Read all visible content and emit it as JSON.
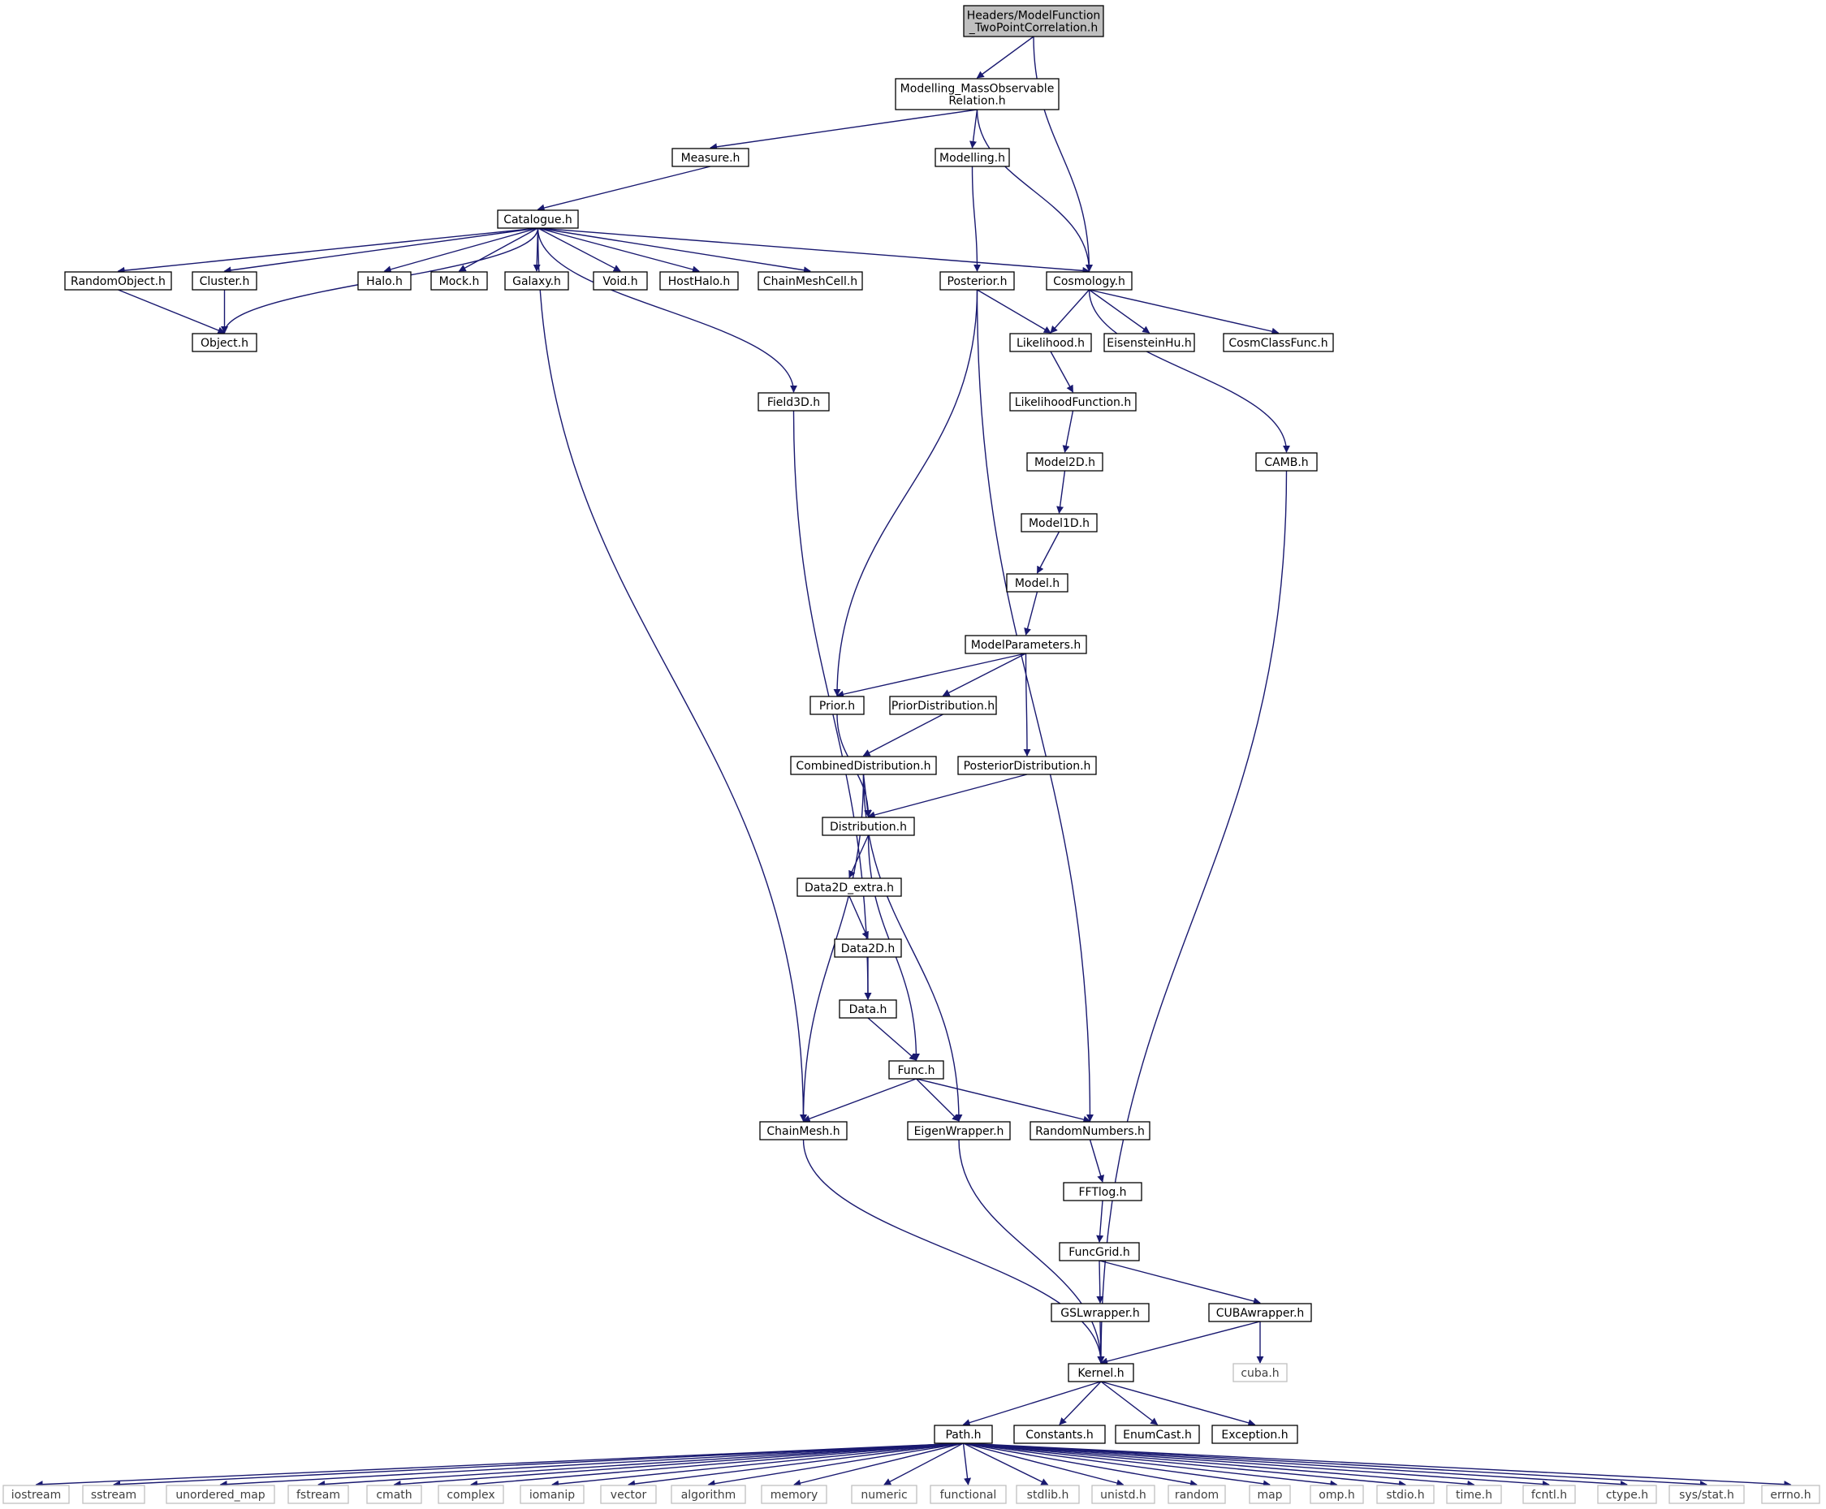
{
  "colors": {
    "edge": "#191970",
    "node_border": "#000000",
    "root_fill": "#bfbfbf",
    "ext_border": "#bfbfbf",
    "ext_text": "#3f3f3f"
  },
  "nodes": [
    {
      "id": "root",
      "lines": [
        "Headers/ModelFunction",
        "_TwoPointCorrelation.h"
      ],
      "kind": "root"
    },
    {
      "id": "mmor",
      "lines": [
        "Modelling_MassObservable",
        "Relation.h"
      ]
    },
    {
      "id": "measure",
      "lines": [
        "Measure.h"
      ]
    },
    {
      "id": "modelling",
      "lines": [
        "Modelling.h"
      ]
    },
    {
      "id": "catalogue",
      "lines": [
        "Catalogue.h"
      ]
    },
    {
      "id": "randomobject",
      "lines": [
        "RandomObject.h"
      ]
    },
    {
      "id": "cluster",
      "lines": [
        "Cluster.h"
      ]
    },
    {
      "id": "halo",
      "lines": [
        "Halo.h"
      ]
    },
    {
      "id": "mock",
      "lines": [
        "Mock.h"
      ]
    },
    {
      "id": "galaxy",
      "lines": [
        "Galaxy.h"
      ]
    },
    {
      "id": "void",
      "lines": [
        "Void.h"
      ]
    },
    {
      "id": "hosthalo",
      "lines": [
        "HostHalo.h"
      ]
    },
    {
      "id": "chainmeshcell",
      "lines": [
        "ChainMeshCell.h"
      ]
    },
    {
      "id": "posterior",
      "lines": [
        "Posterior.h"
      ]
    },
    {
      "id": "cosmology",
      "lines": [
        "Cosmology.h"
      ]
    },
    {
      "id": "object",
      "lines": [
        "Object.h"
      ]
    },
    {
      "id": "likelihood",
      "lines": [
        "Likelihood.h"
      ]
    },
    {
      "id": "eisensteinhu",
      "lines": [
        "EisensteinHu.h"
      ]
    },
    {
      "id": "cosmclassfunc",
      "lines": [
        "CosmClassFunc.h"
      ]
    },
    {
      "id": "field3d",
      "lines": [
        "Field3D.h"
      ]
    },
    {
      "id": "likelihoodfunction",
      "lines": [
        "LikelihoodFunction.h"
      ]
    },
    {
      "id": "model2d",
      "lines": [
        "Model2D.h"
      ]
    },
    {
      "id": "camb",
      "lines": [
        "CAMB.h"
      ]
    },
    {
      "id": "model1d",
      "lines": [
        "Model1D.h"
      ]
    },
    {
      "id": "model",
      "lines": [
        "Model.h"
      ]
    },
    {
      "id": "modelparameters",
      "lines": [
        "ModelParameters.h"
      ]
    },
    {
      "id": "prior",
      "lines": [
        "Prior.h"
      ]
    },
    {
      "id": "priordistribution",
      "lines": [
        "PriorDistribution.h"
      ]
    },
    {
      "id": "combineddistribution",
      "lines": [
        "CombinedDistribution.h"
      ]
    },
    {
      "id": "posteriordistribution",
      "lines": [
        "PosteriorDistribution.h"
      ]
    },
    {
      "id": "distribution",
      "lines": [
        "Distribution.h"
      ]
    },
    {
      "id": "data2d_extra",
      "lines": [
        "Data2D_extra.h"
      ]
    },
    {
      "id": "data2d",
      "lines": [
        "Data2D.h"
      ]
    },
    {
      "id": "data",
      "lines": [
        "Data.h"
      ]
    },
    {
      "id": "func",
      "lines": [
        "Func.h"
      ]
    },
    {
      "id": "chainmesh",
      "lines": [
        "ChainMesh.h"
      ]
    },
    {
      "id": "eigenwrapper",
      "lines": [
        "EigenWrapper.h"
      ]
    },
    {
      "id": "randomnumbers",
      "lines": [
        "RandomNumbers.h"
      ]
    },
    {
      "id": "fftlog",
      "lines": [
        "FFTlog.h"
      ]
    },
    {
      "id": "funcgrid",
      "lines": [
        "FuncGrid.h"
      ]
    },
    {
      "id": "gslwrapper",
      "lines": [
        "GSLwrapper.h"
      ]
    },
    {
      "id": "cubawrapper",
      "lines": [
        "CUBAwrapper.h"
      ]
    },
    {
      "id": "cuba",
      "lines": [
        "cuba.h"
      ],
      "kind": "ext"
    },
    {
      "id": "kernel",
      "lines": [
        "Kernel.h"
      ]
    },
    {
      "id": "path",
      "lines": [
        "Path.h"
      ]
    },
    {
      "id": "constants",
      "lines": [
        "Constants.h"
      ]
    },
    {
      "id": "enumcast",
      "lines": [
        "EnumCast.h"
      ]
    },
    {
      "id": "exception",
      "lines": [
        "Exception.h"
      ]
    },
    {
      "id": "iostream",
      "lines": [
        "iostream"
      ],
      "kind": "ext"
    },
    {
      "id": "sstream",
      "lines": [
        "sstream"
      ],
      "kind": "ext"
    },
    {
      "id": "unordered_map",
      "lines": [
        "unordered_map"
      ],
      "kind": "ext"
    },
    {
      "id": "fstream",
      "lines": [
        "fstream"
      ],
      "kind": "ext"
    },
    {
      "id": "cmath",
      "lines": [
        "cmath"
      ],
      "kind": "ext"
    },
    {
      "id": "complex",
      "lines": [
        "complex"
      ],
      "kind": "ext"
    },
    {
      "id": "iomanip",
      "lines": [
        "iomanip"
      ],
      "kind": "ext"
    },
    {
      "id": "vector",
      "lines": [
        "vector"
      ],
      "kind": "ext"
    },
    {
      "id": "algorithm",
      "lines": [
        "algorithm"
      ],
      "kind": "ext"
    },
    {
      "id": "memory",
      "lines": [
        "memory"
      ],
      "kind": "ext"
    },
    {
      "id": "numeric",
      "lines": [
        "numeric"
      ],
      "kind": "ext"
    },
    {
      "id": "functional",
      "lines": [
        "functional"
      ],
      "kind": "ext"
    },
    {
      "id": "stdlib",
      "lines": [
        "stdlib.h"
      ],
      "kind": "ext"
    },
    {
      "id": "unistd",
      "lines": [
        "unistd.h"
      ],
      "kind": "ext"
    },
    {
      "id": "random",
      "lines": [
        "random"
      ],
      "kind": "ext"
    },
    {
      "id": "map",
      "lines": [
        "map"
      ],
      "kind": "ext"
    },
    {
      "id": "omp",
      "lines": [
        "omp.h"
      ],
      "kind": "ext"
    },
    {
      "id": "stdio",
      "lines": [
        "stdio.h"
      ],
      "kind": "ext"
    },
    {
      "id": "time",
      "lines": [
        "time.h"
      ],
      "kind": "ext"
    },
    {
      "id": "fcntl",
      "lines": [
        "fcntl.h"
      ],
      "kind": "ext"
    },
    {
      "id": "ctype",
      "lines": [
        "ctype.h"
      ],
      "kind": "ext"
    },
    {
      "id": "sysstat",
      "lines": [
        "sys/stat.h"
      ],
      "kind": "ext"
    },
    {
      "id": "errno",
      "lines": [
        "errno.h"
      ],
      "kind": "ext"
    }
  ],
  "edges": [
    [
      "root",
      "mmor"
    ],
    [
      "root",
      "cosmology"
    ],
    [
      "mmor",
      "measure"
    ],
    [
      "mmor",
      "modelling"
    ],
    [
      "mmor",
      "cosmology"
    ],
    [
      "measure",
      "catalogue"
    ],
    [
      "modelling",
      "posterior"
    ],
    [
      "catalogue",
      "randomobject"
    ],
    [
      "catalogue",
      "cluster"
    ],
    [
      "catalogue",
      "object"
    ],
    [
      "catalogue",
      "halo"
    ],
    [
      "catalogue",
      "mock"
    ],
    [
      "catalogue",
      "galaxy"
    ],
    [
      "catalogue",
      "void"
    ],
    [
      "catalogue",
      "hosthalo"
    ],
    [
      "catalogue",
      "chainmeshcell"
    ],
    [
      "catalogue",
      "cosmology"
    ],
    [
      "catalogue",
      "field3d"
    ],
    [
      "catalogue",
      "chainmesh"
    ],
    [
      "randomobject",
      "object"
    ],
    [
      "cluster",
      "object"
    ],
    [
      "posterior",
      "likelihood"
    ],
    [
      "posterior",
      "prior"
    ],
    [
      "posterior",
      "randomnumbers"
    ],
    [
      "cosmology",
      "likelihood"
    ],
    [
      "cosmology",
      "eisensteinhu"
    ],
    [
      "cosmology",
      "cosmclassfunc"
    ],
    [
      "cosmology",
      "camb"
    ],
    [
      "likelihood",
      "likelihoodfunction"
    ],
    [
      "likelihoodfunction",
      "model2d"
    ],
    [
      "model2d",
      "model1d"
    ],
    [
      "model1d",
      "model"
    ],
    [
      "model",
      "modelparameters"
    ],
    [
      "modelparameters",
      "prior"
    ],
    [
      "modelparameters",
      "priordistribution"
    ],
    [
      "modelparameters",
      "posteriordistribution"
    ],
    [
      "priordistribution",
      "combineddistribution"
    ],
    [
      "prior",
      "distribution"
    ],
    [
      "combineddistribution",
      "distribution"
    ],
    [
      "combineddistribution",
      "chainmesh"
    ],
    [
      "combineddistribution",
      "eigenwrapper"
    ],
    [
      "posteriordistribution",
      "distribution"
    ],
    [
      "distribution",
      "data2d_extra"
    ],
    [
      "distribution",
      "func"
    ],
    [
      "data2d_extra",
      "data2d"
    ],
    [
      "data2d",
      "data"
    ],
    [
      "field3d",
      "data"
    ],
    [
      "data",
      "func"
    ],
    [
      "func",
      "chainmesh"
    ],
    [
      "func",
      "eigenwrapper"
    ],
    [
      "func",
      "randomnumbers"
    ],
    [
      "chainmesh",
      "kernel"
    ],
    [
      "eigenwrapper",
      "kernel"
    ],
    [
      "camb",
      "kernel"
    ],
    [
      "randomnumbers",
      "fftlog"
    ],
    [
      "fftlog",
      "funcgrid"
    ],
    [
      "funcgrid",
      "gslwrapper"
    ],
    [
      "funcgrid",
      "cubawrapper"
    ],
    [
      "gslwrapper",
      "kernel"
    ],
    [
      "cubawrapper",
      "kernel"
    ],
    [
      "cubawrapper",
      "cuba"
    ],
    [
      "kernel",
      "path"
    ],
    [
      "kernel",
      "constants"
    ],
    [
      "kernel",
      "enumcast"
    ],
    [
      "kernel",
      "exception"
    ],
    [
      "path",
      "iostream"
    ],
    [
      "path",
      "sstream"
    ],
    [
      "path",
      "unordered_map"
    ],
    [
      "path",
      "fstream"
    ],
    [
      "path",
      "cmath"
    ],
    [
      "path",
      "complex"
    ],
    [
      "path",
      "iomanip"
    ],
    [
      "path",
      "vector"
    ],
    [
      "path",
      "algorithm"
    ],
    [
      "path",
      "memory"
    ],
    [
      "path",
      "numeric"
    ],
    [
      "path",
      "functional"
    ],
    [
      "path",
      "stdlib"
    ],
    [
      "path",
      "unistd"
    ],
    [
      "path",
      "random"
    ],
    [
      "path",
      "map"
    ],
    [
      "path",
      "omp"
    ],
    [
      "path",
      "stdio"
    ],
    [
      "path",
      "time"
    ],
    [
      "path",
      "fcntl"
    ],
    [
      "path",
      "ctype"
    ],
    [
      "path",
      "sysstat"
    ],
    [
      "path",
      "errno"
    ]
  ]
}
